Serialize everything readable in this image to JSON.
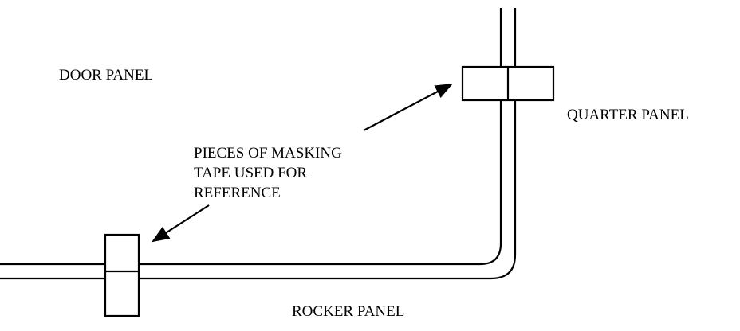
{
  "labels": {
    "door_panel": "DOOR PANEL",
    "quarter_panel": "QUARTER PANEL",
    "rocker_panel": "ROCKER PANEL",
    "callout": [
      "PIECES OF MASKING",
      "TAPE USED FOR",
      "REFERENCE"
    ]
  },
  "colors": {
    "ink": "#000000",
    "background": "#ffffff"
  }
}
